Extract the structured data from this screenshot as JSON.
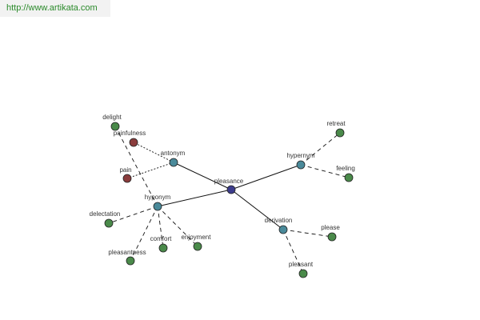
{
  "header": {
    "url": "http://www.artikata.com"
  },
  "colors": {
    "center": "#3c3c8c",
    "relation": "#4a8a9a",
    "word": "#4a8a4a",
    "antonym": "#8a3c3c"
  },
  "nodes": {
    "pleasance": {
      "label": "pleasance",
      "kind": "center"
    },
    "antonym": {
      "label": "antonym",
      "kind": "relation"
    },
    "hyponym": {
      "label": "hyponym",
      "kind": "relation"
    },
    "hypernym": {
      "label": "hypernym",
      "kind": "relation"
    },
    "derivation": {
      "label": "derivation",
      "kind": "relation"
    },
    "delight": {
      "label": "delight",
      "kind": "word"
    },
    "painfulness": {
      "label": "painfulness",
      "kind": "antonym"
    },
    "pain": {
      "label": "pain",
      "kind": "antonym"
    },
    "delectation": {
      "label": "delectation",
      "kind": "word"
    },
    "pleasantness": {
      "label": "pleasantness",
      "kind": "word"
    },
    "comfort": {
      "label": "comfort",
      "kind": "word"
    },
    "enjoyment": {
      "label": "enjoyment",
      "kind": "word"
    },
    "retreat": {
      "label": "retreat",
      "kind": "word"
    },
    "feeling": {
      "label": "feeling",
      "kind": "word"
    },
    "please": {
      "label": "please",
      "kind": "word"
    },
    "pleasant": {
      "label": "pleasant",
      "kind": "word"
    }
  },
  "edges": [
    {
      "from": "pleasance",
      "to": "antonym",
      "style": "solid"
    },
    {
      "from": "pleasance",
      "to": "hyponym",
      "style": "solid"
    },
    {
      "from": "pleasance",
      "to": "hypernym",
      "style": "solid"
    },
    {
      "from": "pleasance",
      "to": "derivation",
      "style": "solid"
    },
    {
      "from": "antonym",
      "to": "painfulness",
      "style": "dotted"
    },
    {
      "from": "antonym",
      "to": "pain",
      "style": "dotted"
    },
    {
      "from": "hyponym",
      "to": "delight",
      "style": "dashed"
    },
    {
      "from": "hyponym",
      "to": "delectation",
      "style": "dashed"
    },
    {
      "from": "hyponym",
      "to": "pleasantness",
      "style": "dashed"
    },
    {
      "from": "hyponym",
      "to": "comfort",
      "style": "dashed"
    },
    {
      "from": "hyponym",
      "to": "enjoyment",
      "style": "dashed"
    },
    {
      "from": "hypernym",
      "to": "retreat",
      "style": "dashed"
    },
    {
      "from": "hypernym",
      "to": "feeling",
      "style": "dashed"
    },
    {
      "from": "derivation",
      "to": "please",
      "style": "dashed"
    },
    {
      "from": "derivation",
      "to": "pleasant",
      "style": "dashed"
    }
  ]
}
